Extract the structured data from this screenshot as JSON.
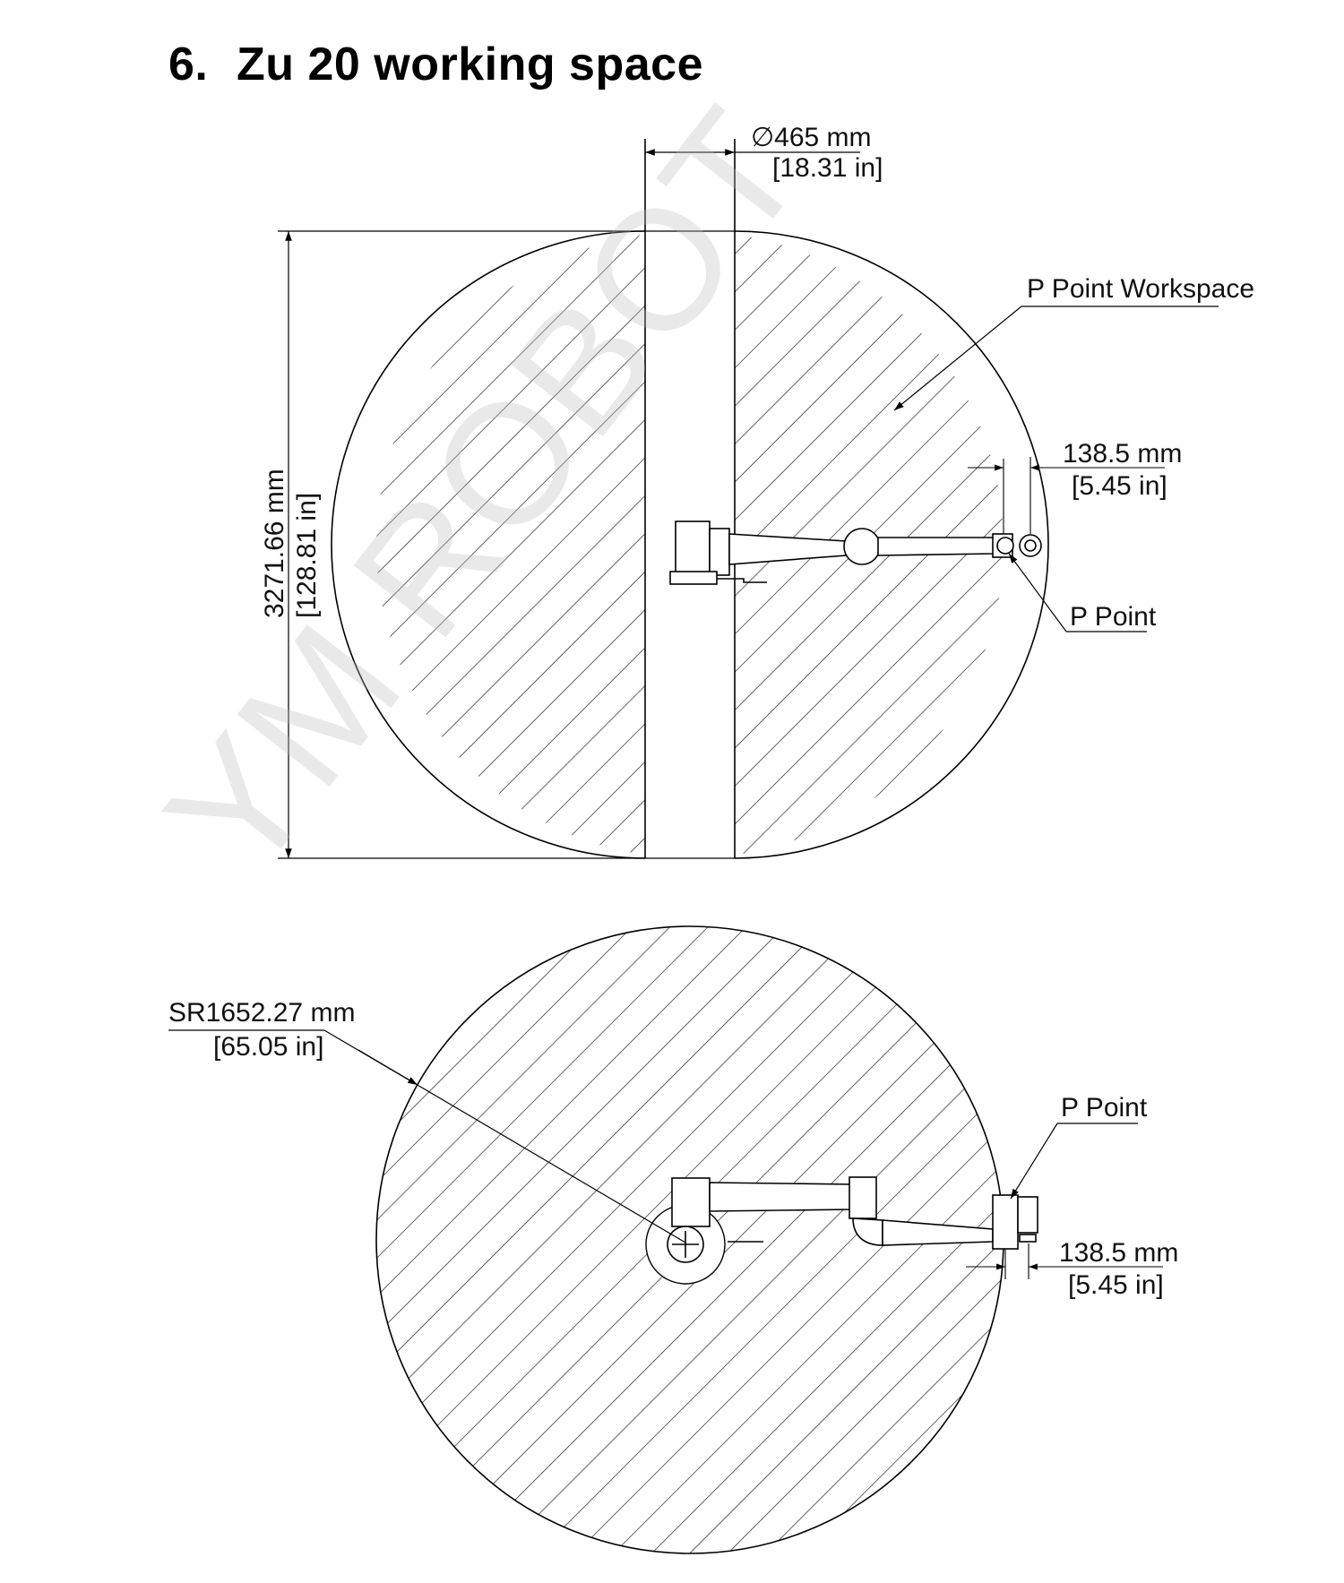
{
  "title": {
    "number": "6.",
    "text": "Zu 20 working space"
  },
  "watermark": "YM ROBOT",
  "side_view": {
    "top_dim_mm": "∅465 mm",
    "top_dim_in": "[18.31 in]",
    "height_mm": "3271.66 mm",
    "height_in": "[128.81 in]",
    "workspace_label": "P Point Workspace",
    "offset_mm": "138.5 mm",
    "offset_in": "[5.45 in]",
    "point_label": "P Point"
  },
  "top_view": {
    "radius_mm": "SR1652.27 mm",
    "radius_in": "[65.05 in]",
    "point_label": "P Point",
    "offset_mm": "138.5 mm",
    "offset_in": "[5.45 in]"
  },
  "colors": {
    "line": "#000000",
    "hatch": "#222222",
    "watermark": "#bdbdbd"
  }
}
